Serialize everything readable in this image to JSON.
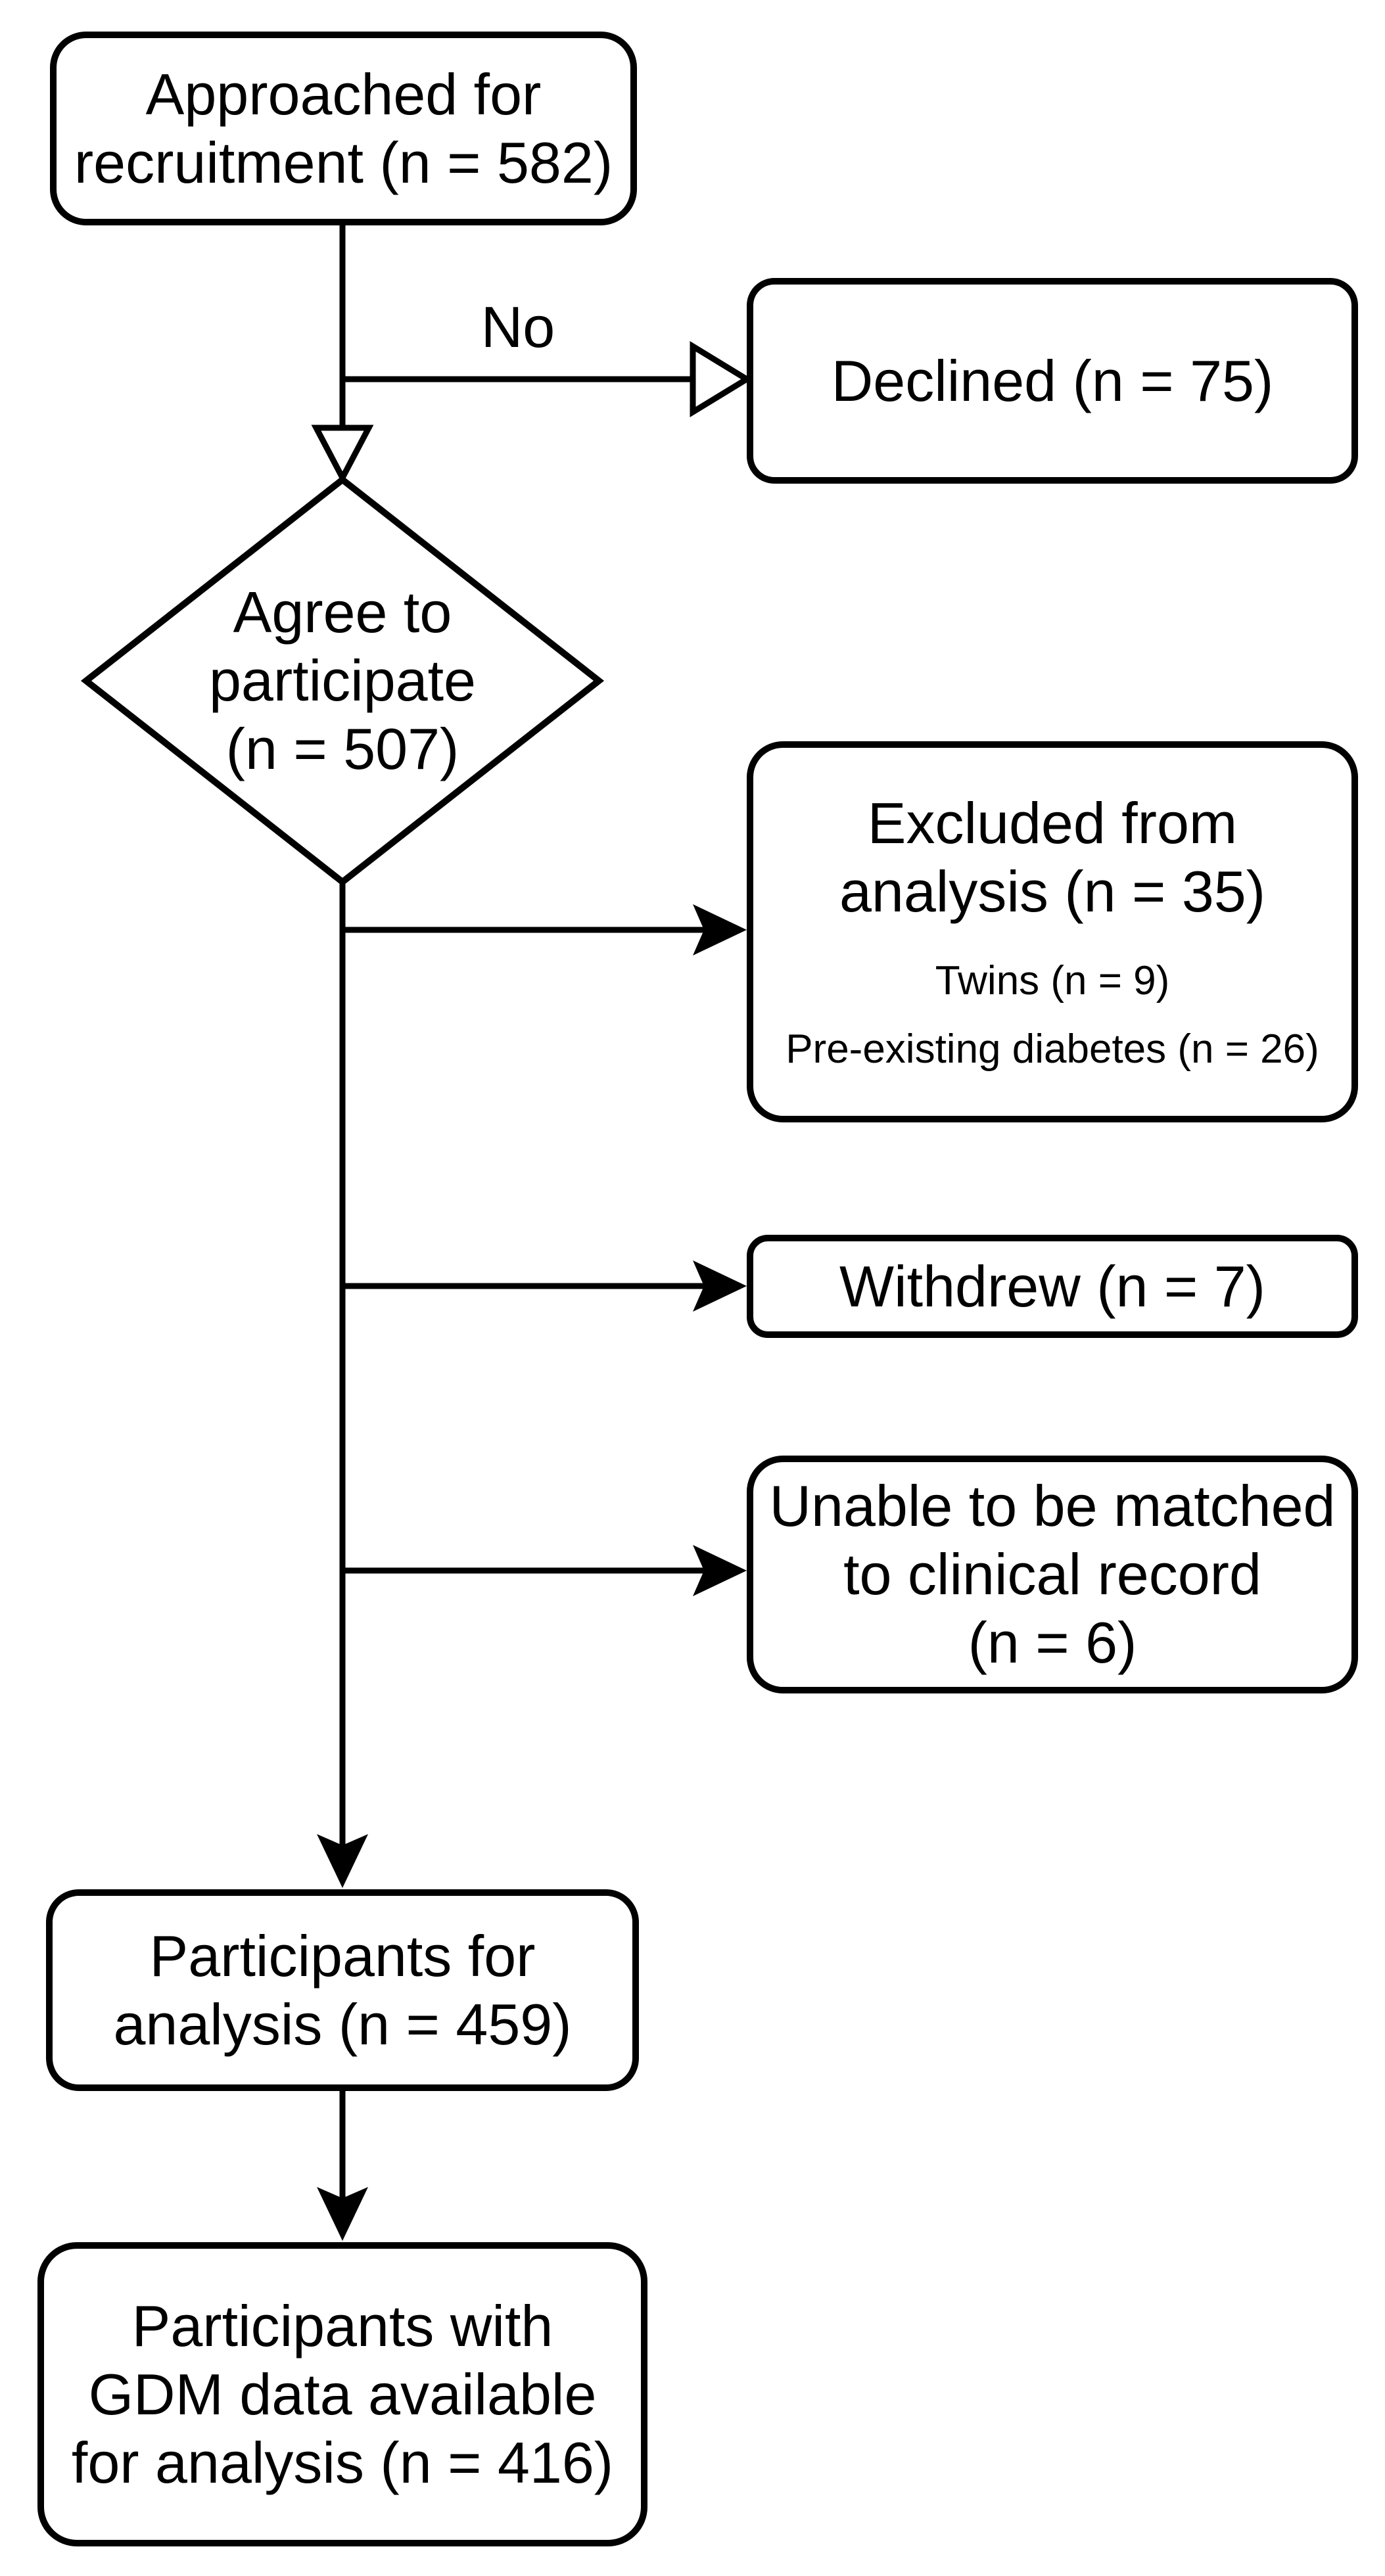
{
  "diagram": {
    "type": "flowchart",
    "colors": {
      "background": "#ffffff",
      "stroke": "#000000",
      "node_fill": "#ffffff",
      "text": "#000000"
    },
    "nodes": {
      "approached": {
        "shape": "rounded-rect",
        "lines": [
          "Approached for",
          "recruitment (n = 582)"
        ]
      },
      "declined": {
        "shape": "rounded-rect",
        "lines": [
          "Declined (n = 75)"
        ]
      },
      "agree": {
        "shape": "diamond",
        "lines": [
          "Agree to",
          "participate",
          "(n = 507)"
        ]
      },
      "excluded": {
        "shape": "rounded-rect",
        "heading": [
          "Excluded from",
          "analysis (n = 35)"
        ],
        "sub": [
          "Twins (n = 9)",
          "Pre-existing diabetes (n = 26)"
        ]
      },
      "withdrew": {
        "shape": "rounded-rect",
        "lines": [
          "Withdrew (n = 7)"
        ]
      },
      "unable": {
        "shape": "rounded-rect",
        "lines": [
          "Unable to be matched",
          "to clinical record",
          "(n = 6)"
        ]
      },
      "participants": {
        "shape": "rounded-rect",
        "lines": [
          "Participants for",
          "analysis (n = 459)"
        ]
      },
      "gdm": {
        "shape": "rounded-rect",
        "lines": [
          "Participants with",
          "GDM data available",
          "for analysis (n = 416)"
        ]
      }
    },
    "edge_labels": {
      "no": "No"
    }
  }
}
